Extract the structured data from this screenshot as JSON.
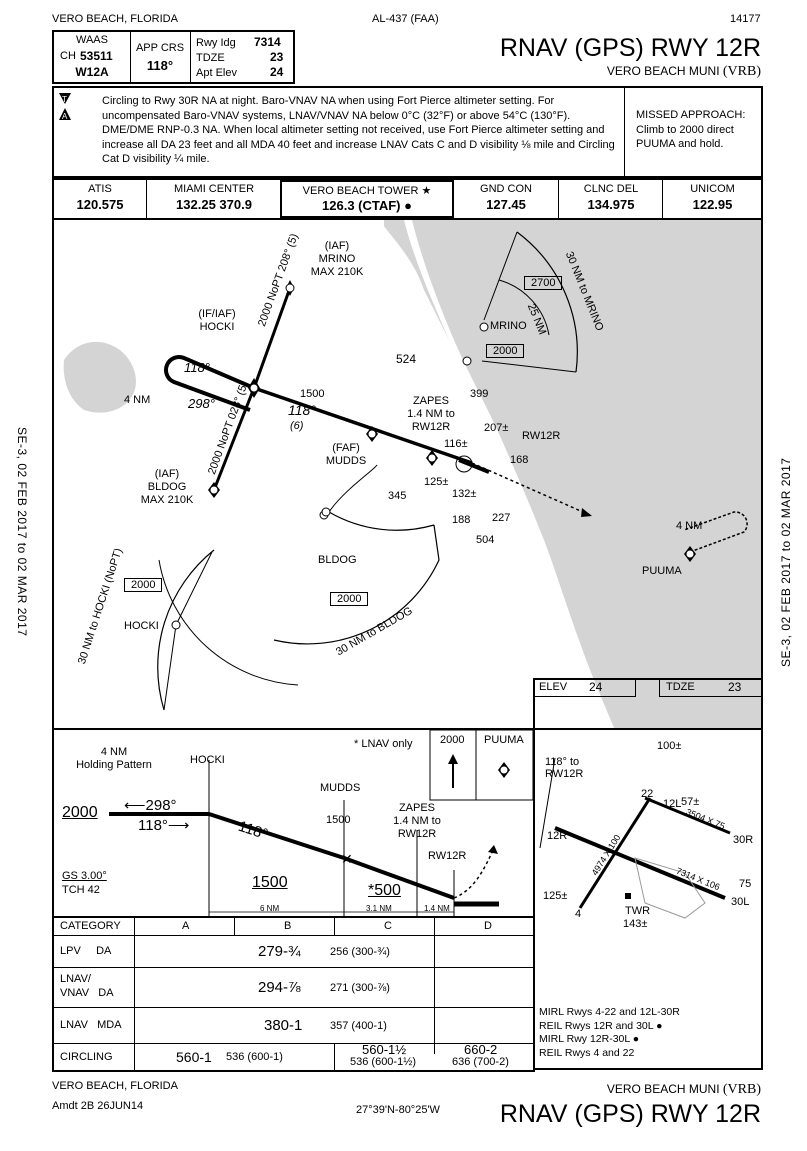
{
  "header": {
    "location": "VERO BEACH, FLORIDA",
    "chart_id": "AL-437 (FAA)",
    "number": "14177",
    "title": "RNAV (GPS) RWY 12R",
    "airport": "VERO BEACH MUNI",
    "airport_id": "(VRB)"
  },
  "briefing": {
    "waas_label": "WAAS",
    "ch_label": "CH",
    "ch_value": "53511",
    "waas_id": "W12A",
    "app_crs_label": "APP CRS",
    "app_crs_value": "118°",
    "rwy_ldg_label": "Rwy Idg",
    "rwy_ldg_value": "7314",
    "tdze_label": "TDZE",
    "tdze_value": "23",
    "apt_elev_label": "Apt Elev",
    "apt_elev_value": "24"
  },
  "notes": {
    "text": "Circling to Rwy 30R NA at night. Baro-VNAV NA when using Fort Pierce altimeter setting. For uncompensated Baro-VNAV systems, LNAV/VNAV NA below 0°C (32°F) or above 54°C (130°F). DME/DME RNP-0.3 NA. When local altimeter setting not received, use Fort Pierce altimeter setting and increase all DA 23 feet and all MDA 40 feet and increase LNAV Cats C and D visibility ⅛ mile and Circling Cat D visibility ¼ mile.",
    "missed": "MISSED APPROACH: Climb to 2000 direct PUUMA and hold."
  },
  "comms": [
    {
      "name": "ATIS",
      "freq": "120.575"
    },
    {
      "name": "MIAMI CENTER",
      "freq": "132.25  370.9"
    },
    {
      "name": "VERO BEACH TOWER ★",
      "freq": "126.3 (CTAF) ●"
    },
    {
      "name": "GND CON",
      "freq": "127.45"
    },
    {
      "name": "CLNC DEL",
      "freq": "134.975"
    },
    {
      "name": "UNICOM",
      "freq": "122.95"
    }
  ],
  "side_text": "SE-3,  02 FEB 2017  to  02 MAR 2017",
  "plan": {
    "mrino": "(IAF)\nMRINO\nMAX 210K",
    "hocki": "(IF/IAF)\nHOCKI",
    "bldog": "(IAF)\nBLDOG\nMAX 210K",
    "mudds": "(FAF)\nMUDDS",
    "zapes": "ZAPES\n1.4 NM to\nRW12R",
    "rw12r": "RW12R",
    "puuma": "PUUMA",
    "crs_118": "118°",
    "crs_298": "298°",
    "four_nm": "4 NM",
    "alt_1500": "1500",
    "dist_6": "(6)",
    "nopt1": "2000 NoPT",
    "nopt_208": "208°",
    "dist_5": "(5)",
    "nopt2": "2000 NoPT",
    "nopt_028": "028°",
    "taa_mrino": "30 NM to MRINO",
    "taa_mrino25": "25 NM",
    "taa_bldog": "30 NM to BLDOG",
    "taa_hocki": "30 NM to HOCKI (NoPT)",
    "alt_2700": "2700",
    "alt_2000": "2000",
    "obs_524": "524",
    "obs_399": "399",
    "obs_116": "116±",
    "obs_207": "207±",
    "obs_168": "168",
    "obs_125": "125±",
    "obs_345": "345",
    "obs_132": "132±",
    "obs_188": "188",
    "obs_227": "227",
    "obs_504": "504",
    "mrino_fix": "MRINO",
    "bldog_fix": "BLDOG",
    "hocki_fix": "HOCKI"
  },
  "airport_box": {
    "elev_label": "ELEV",
    "elev": "24",
    "tdze_label": "TDZE",
    "tdze": "23",
    "obs_100": "100±",
    "crs_to": "118° to\nRW12R",
    "obs_57": "57±",
    "dim1": "3504 X 75",
    "dim2": "4974 X 100",
    "dim3": "7314 X 106",
    "obs_125": "125±",
    "twr": "TWR",
    "twr_elev": "143±",
    "obs_75": "75",
    "rwy_12l": "12L",
    "rwy_30r": "30R",
    "rwy_12r": "12R",
    "rwy_30l": "30L",
    "rwy_4": "4",
    "rwy_22": "22",
    "lighting": [
      "MIRL Rwys 4-22 and 12L-30R",
      "REIL Rwys 12R and 30L ●",
      "MIRL Rwy 12R-30L ●",
      "REIL Rwys 4 and 22"
    ]
  },
  "profile": {
    "holding": "4 NM\nHolding Pattern",
    "hocki": "HOCKI",
    "lnav_only": "* LNAV only",
    "missed_alt": "2000",
    "missed_fix": "PUUMA",
    "mudds": "MUDDS",
    "alt_1500a": "1500",
    "zapes": "ZAPES\n1.4 NM to\nRW12R",
    "rw12r": "RW12R",
    "alt_2000": "2000",
    "crs_298": "298°",
    "crs_118a": "118°",
    "crs_118b": "118°",
    "alt_1500": "1500",
    "alt_500": "*500",
    "gs": "GS 3.00°",
    "tch": "TCH 42",
    "d6": "6 NM",
    "d31": "3.1 NM",
    "d14": "1.4 NM"
  },
  "minimums": {
    "category_label": "CATEGORY",
    "cats": [
      "A",
      "B",
      "C",
      "D"
    ],
    "rows": [
      {
        "label": "LPV     DA",
        "value": "279-¾",
        "detail": "256 (300-¾)"
      },
      {
        "label": "LNAV/\nVNAV   DA",
        "value": "294-⅞",
        "detail": "271 (300-⅞)"
      },
      {
        "label": "LNAV   MDA",
        "value": "380-1",
        "detail": "357 (400-1)"
      }
    ],
    "circling_label": "CIRCLING",
    "circ_ab": "560-1",
    "circ_ab_detail": "536 (600-1)",
    "circ_c": "560-1½",
    "circ_c_detail": "536 (600-1½)",
    "circ_d": "660-2",
    "circ_d_detail": "636 (700-2)"
  },
  "footer": {
    "location": "VERO BEACH, FLORIDA",
    "amdt": "Amdt 2B  26JUN14",
    "coords": "27°39'N-80°25'W",
    "airport": "VERO BEACH MUNI",
    "airport_id": "(VRB)",
    "title": "RNAV (GPS) RWY 12R"
  }
}
